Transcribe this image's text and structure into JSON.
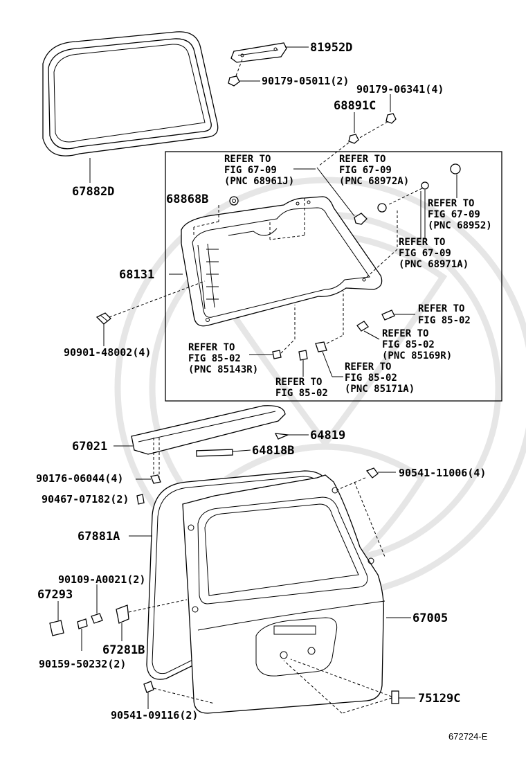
{
  "diagram": {
    "figure_code": "672724-E",
    "part_labels": {
      "p81952D": "81952D",
      "p90179_05011": "90179-05011(2)",
      "p90179_06341": "90179-06341(4)",
      "p68891C": "68891C",
      "p67882D": "67882D",
      "p68868B": "68868B",
      "p68131": "68131",
      "p90901_48002": "90901-48002(4)",
      "p67021": "67021",
      "p64819": "64819",
      "p64818B": "64818B",
      "p90176_06044": "90176-06044(4)",
      "p90467_07182": "90467-07182(2)",
      "p90541_11006": "90541-11006(4)",
      "p67881A": "67881A",
      "p90109_A0021": "90109-A0021(2)",
      "p67293": "67293",
      "p67005": "67005",
      "p67281B": "67281B",
      "p90159_50232": "90159-50232(2)",
      "p75129C": "75129C",
      "p90541_09116": "90541-09116(2)"
    },
    "refer_notes": {
      "r1": [
        "REFER TO",
        "FIG 67-09",
        "(PNC 68961J)"
      ],
      "r2": [
        "REFER TO",
        "FIG 67-09",
        "(PNC 68972A)"
      ],
      "r3": [
        "REFER TO",
        "FIG 67-09",
        "(PNC 68952)"
      ],
      "r4": [
        "REFER TO",
        "FIG 67-09",
        "(PNC 68971A)"
      ],
      "r5": [
        "REFER TO",
        "FIG 85-02"
      ],
      "r6": [
        "REFER TO",
        "FIG 85-02",
        "(PNC 85169R)"
      ],
      "r7": [
        "REFER TO",
        "FIG 85-02",
        "(PNC 85143R)"
      ],
      "r8": [
        "REFER TO",
        "FIG 85-02",
        "(PNC 85171A)"
      ],
      "r9": [
        "REFER TO",
        "FIG 85-02"
      ]
    }
  }
}
